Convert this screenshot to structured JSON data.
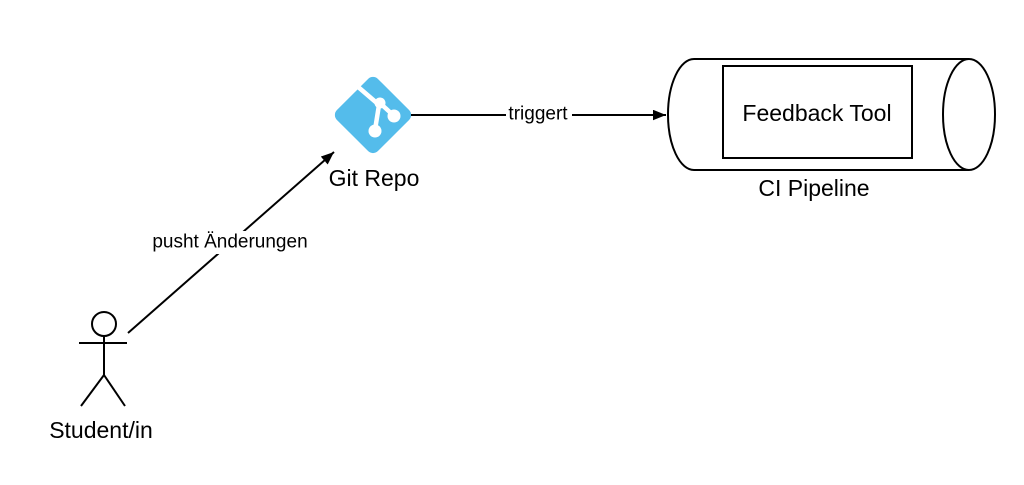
{
  "diagram": {
    "background_color": "#ffffff",
    "stroke_color": "#000000",
    "nodes": {
      "student": {
        "label": "Student/in",
        "shape": "actor-stick-figure"
      },
      "git_repo": {
        "label": "Git Repo",
        "icon": "git-icon",
        "color": "#54bceb"
      },
      "ci_pipeline": {
        "label": "CI Pipeline",
        "shape": "horizontal-cylinder"
      },
      "feedback_tool": {
        "label": "Feedback Tool",
        "shape": "rectangle"
      }
    },
    "edges": {
      "push": {
        "label": "pusht Änderungen",
        "from": "student",
        "to": "git_repo"
      },
      "trigger": {
        "label": "triggert",
        "from": "git_repo",
        "to": "ci_pipeline"
      }
    }
  }
}
